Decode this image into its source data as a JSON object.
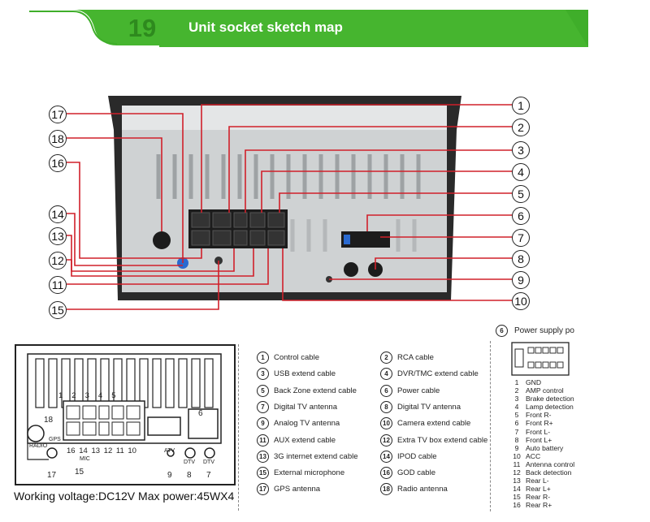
{
  "header": {
    "section_number": "19",
    "title": "Unit socket sketch map"
  },
  "callouts_right": [
    "1",
    "2",
    "3",
    "4",
    "5",
    "6",
    "7",
    "8",
    "9",
    "10"
  ],
  "callouts_left": [
    "17",
    "18",
    "16",
    "14",
    "13",
    "12",
    "11",
    "15"
  ],
  "sketch": {
    "top_labels": [
      "1",
      "2",
      "3",
      "4",
      "5"
    ],
    "bottom_labels": [
      "16",
      "14",
      "13",
      "12",
      "11",
      "10"
    ],
    "label_6": "6",
    "label_18": "18",
    "label_17": "17",
    "label_15": "15",
    "label_9": "9",
    "label_8": "8",
    "label_7": "7",
    "radio": "RADIO",
    "gps": "GPS",
    "mic": "MIC",
    "atv": "ATV",
    "dtv1": "DTV",
    "dtv2": "DTV"
  },
  "bottom_text": "Working voltage:DC12V  Max power:45WX4",
  "legend": [
    {
      "n": "1",
      "label": "Control cable"
    },
    {
      "n": "2",
      "label": "RCA cable"
    },
    {
      "n": "3",
      "label": "USB extend cable"
    },
    {
      "n": "4",
      "label": "DVR/TMC extend cable"
    },
    {
      "n": "5",
      "label": "Back Zone extend cable"
    },
    {
      "n": "6",
      "label": "Power cable"
    },
    {
      "n": "7",
      "label": "Digital TV antenna"
    },
    {
      "n": "8",
      "label": "Digital TV antenna"
    },
    {
      "n": "9",
      "label": "Analog TV antenna"
    },
    {
      "n": "10",
      "label": "Camera extend cable"
    },
    {
      "n": "11",
      "label": "AUX extend cable"
    },
    {
      "n": "12",
      "label": "Extra TV box extend cable"
    },
    {
      "n": "13",
      "label": "3G internet extend cable"
    },
    {
      "n": "14",
      "label": "IPOD cable"
    },
    {
      "n": "15",
      "label": "External microphone"
    },
    {
      "n": "16",
      "label": "GOD cable"
    },
    {
      "n": "17",
      "label": "GPS antenna"
    },
    {
      "n": "18",
      "label": "Radio antenna"
    }
  ],
  "power_supply": {
    "n": "6",
    "title": "Power supply po",
    "pins": [
      {
        "n": "1",
        "label": "GND"
      },
      {
        "n": "2",
        "label": "AMP control"
      },
      {
        "n": "3",
        "label": "Brake detection"
      },
      {
        "n": "4",
        "label": "Lamp detection"
      },
      {
        "n": "5",
        "label": "Front R-"
      },
      {
        "n": "6",
        "label": "Front R+"
      },
      {
        "n": "7",
        "label": "Front L-"
      },
      {
        "n": "8",
        "label": "Front L+"
      },
      {
        "n": "9",
        "label": "Auto battery"
      },
      {
        "n": "10",
        "label": "ACC"
      },
      {
        "n": "11",
        "label": "Antenna control"
      },
      {
        "n": "12",
        "label": "Back detection"
      },
      {
        "n": "13",
        "label": "Rear L-"
      },
      {
        "n": "14",
        "label": "Rear L+"
      },
      {
        "n": "15",
        "label": "Rear R-"
      },
      {
        "n": "16",
        "label": "Rear R+"
      }
    ]
  },
  "colors": {
    "header_green": "#3fae2a",
    "callout_line": "#d0202a",
    "unit_body": "#cfd2d3"
  }
}
